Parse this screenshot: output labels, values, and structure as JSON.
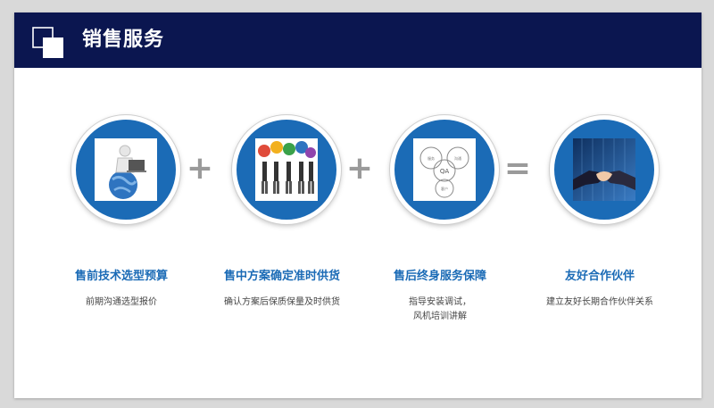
{
  "header": {
    "title": "销售服务"
  },
  "steps": [
    {
      "title": "售前技术选型预算",
      "desc": "前期沟通选型报价",
      "icon": "globe-laptop-person-icon"
    },
    {
      "title": "售中方案确定准时供货",
      "desc": "确认方案后保质保量及时供货",
      "icon": "team-gears-icon"
    },
    {
      "title": "售后终身服务保障",
      "desc": "指导安装调试，\n风机培训讲解",
      "icon": "qa-venn-diagram-icon"
    },
    {
      "title": "友好合作伙伴",
      "desc": "建立友好长期合作伙伴关系",
      "icon": "handshake-icon"
    }
  ],
  "operators": [
    "+",
    "+",
    "="
  ],
  "diagram_labels": {
    "center": "QA",
    "small_1": "服务",
    "small_2": "沟通",
    "small_3": "客户"
  },
  "colors": {
    "header_bg": "#0b1650",
    "accent_blue": "#1b6bb6",
    "operator_gray": "#9a9a9a"
  }
}
